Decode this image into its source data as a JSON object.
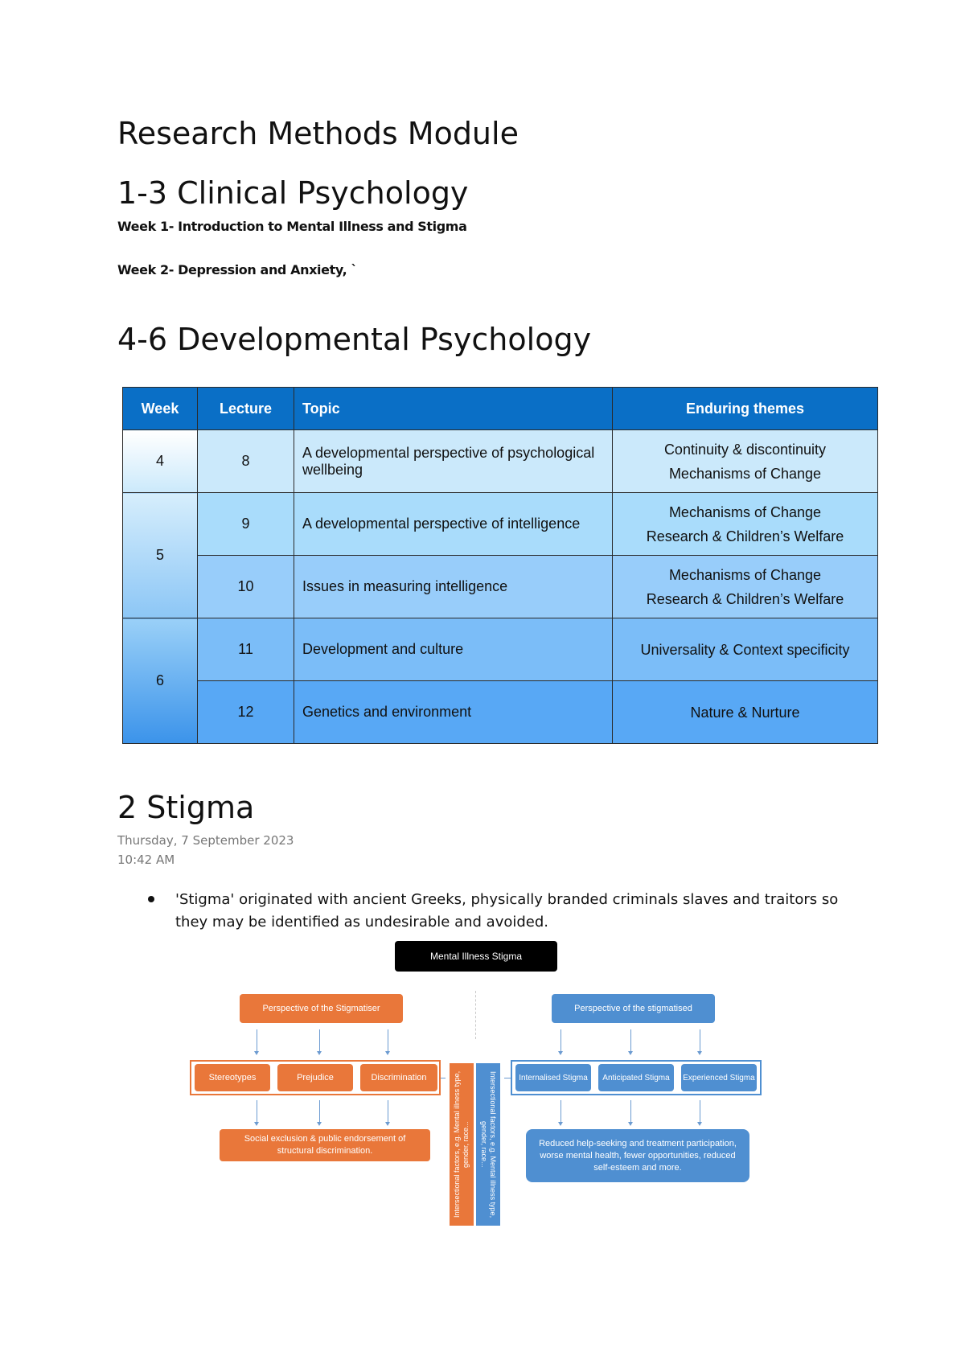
{
  "headings": {
    "module_title": "Research Methods Module",
    "clinical": "1-3 Clinical Psychology",
    "week1": "Week 1- Introduction to Mental Illness and Stigma",
    "week2": "Week 2- Depression and Anxiety, `",
    "developmental": "4-6 Developmental Psychology",
    "stigma": "2 Stigma"
  },
  "table": {
    "headers": [
      "Week",
      "Lecture",
      "Topic",
      "Enduring themes"
    ],
    "weeks": [
      "4",
      "5",
      "6"
    ],
    "rows": [
      {
        "lecture": "8",
        "topic": "A developmental perspective of psychological wellbeing",
        "themes": [
          "Continuity & discontinuity",
          "Mechanisms of Change"
        ]
      },
      {
        "lecture": "9",
        "topic": "A developmental perspective of intelligence",
        "themes": [
          "Mechanisms of Change",
          "Research & Children’s Welfare"
        ]
      },
      {
        "lecture": "10",
        "topic": "Issues in measuring intelligence",
        "themes": [
          "Mechanisms of Change",
          "Research & Children’s Welfare"
        ]
      },
      {
        "lecture": "11",
        "topic": "Development and culture",
        "themes": [
          "Universality & Context specificity"
        ]
      },
      {
        "lecture": "12",
        "topic": "Genetics and environment",
        "themes": [
          "Nature & Nurture"
        ]
      }
    ]
  },
  "note": {
    "date": "Thursday, 7 September 2023",
    "time": "10:42 AM",
    "bullet": "'Stigma' originated with ancient Greeks, physically branded criminals slaves and traitors so they may be identified as undesirable and avoided."
  },
  "diagram": {
    "title": "Mental Illness Stigma",
    "left_header": "Perspective of the Stigmatiser",
    "right_header": "Perspective of the stigmatised",
    "left_items": [
      "Stereotypes",
      "Prejudice",
      "Discrimination"
    ],
    "right_items": [
      "Internalised Stigma",
      "Anticipated Stigma",
      "Experienced Stigma"
    ],
    "left_outcome": "Social exclusion & public endorsement of structural discrimination.",
    "right_outcome": "Reduced help-seeking and treatment participation, worse mental health, fewer opportunities, reduced self-esteem and more.",
    "left_vertical": "Intersectional factors, e.g. Mental illness type, gender, race...",
    "right_vertical": "Intersectional factors, e.g. Mental illness type, gender, race..."
  },
  "colors": {
    "table_header": "#0a6fc6",
    "diagram_orange": "#e9773a",
    "diagram_blue": "#4f8fd1"
  }
}
